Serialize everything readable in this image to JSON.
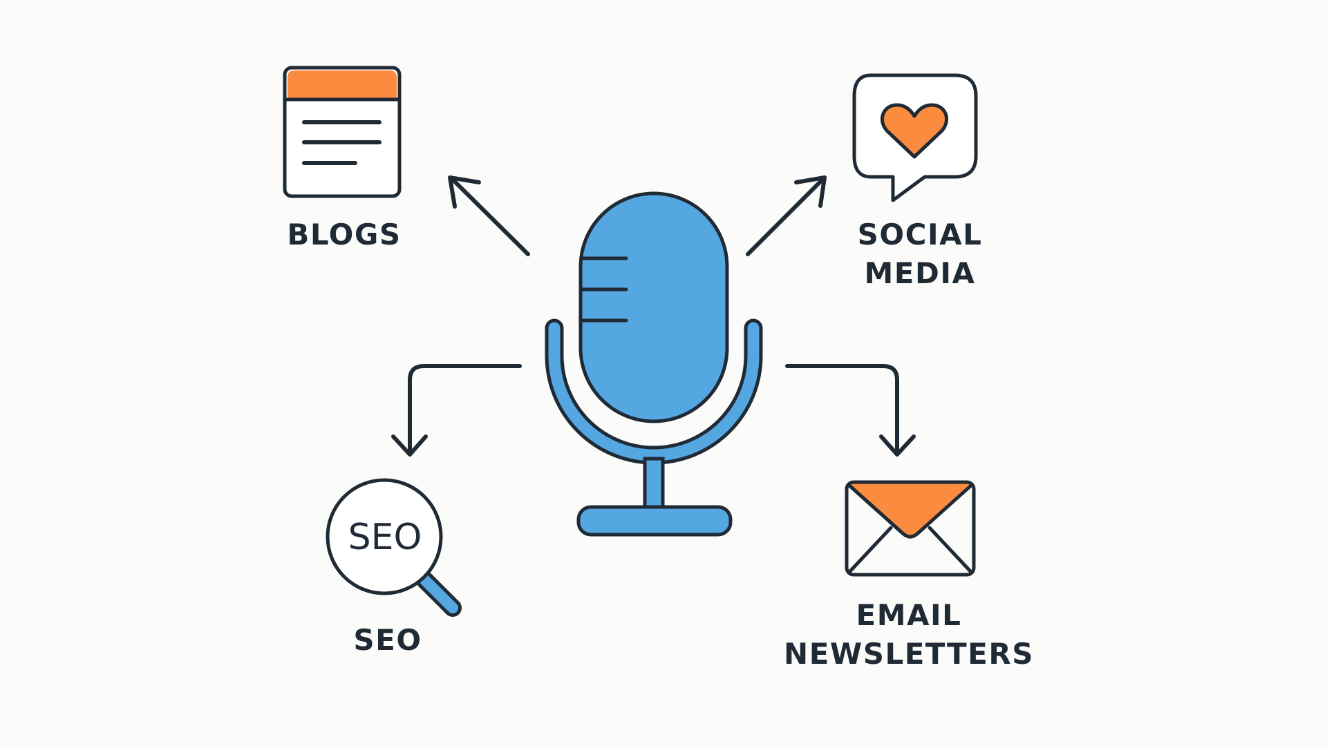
{
  "colors": {
    "background": "#fbfbfa",
    "stroke": "#1f2a35",
    "primary_blue": "#55a7e2",
    "accent_orange": "#fb8c3f",
    "white": "#ffffff"
  },
  "center": {
    "icon": "microphone-icon"
  },
  "nodes": {
    "blogs": {
      "icon": "blog-page-icon",
      "label_lines": [
        "BLOGS"
      ]
    },
    "social_media": {
      "icon": "heart-speech-bubble-icon",
      "label_lines": [
        "SOCIAL",
        "MEDIA"
      ]
    },
    "seo": {
      "icon": "seo-magnifier-icon",
      "icon_text": "SEO",
      "label_lines": [
        "SEO"
      ]
    },
    "email_newsletters": {
      "icon": "envelope-icon",
      "label_lines": [
        "EMAIL",
        "NEWSLETTERS"
      ]
    }
  }
}
